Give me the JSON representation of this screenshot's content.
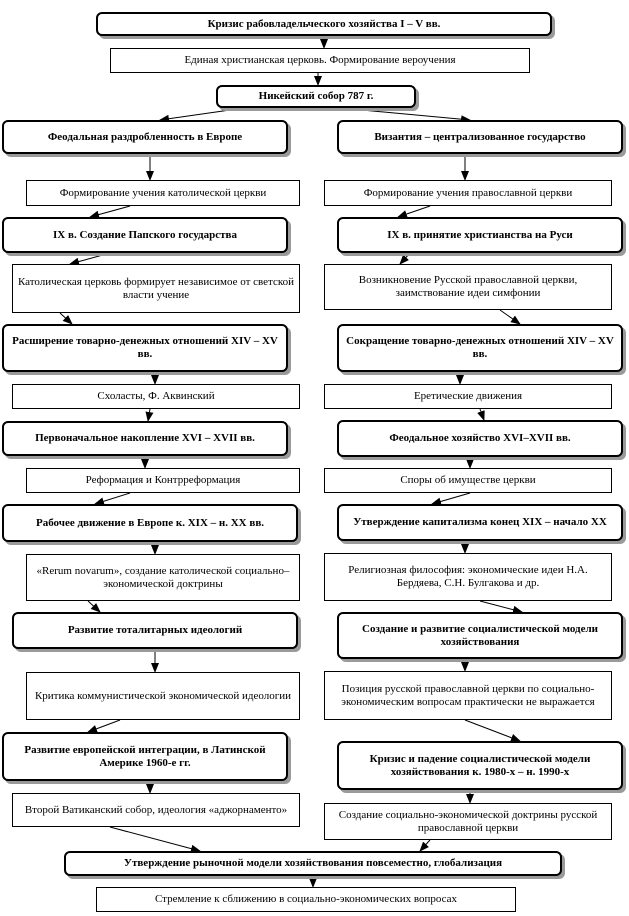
{
  "nodes": {
    "n1": "Кризис рабовладельческого хозяйства I – V вв.",
    "n2": "Единая христианская церковь. Формирование вероучения",
    "n3": "Никейский собор 787 г.",
    "left": [
      "Феодальная раздробленность в Европе",
      "Формирование учения католической церкви",
      "IX в. Создание Папского государства",
      "Католическая церковь формирует независимое от светской власти учение",
      "Расширение товарно-денежных отношений XIV – XV вв.",
      "Схоласты, Ф. Аквинский",
      "Первоначальное накопление XVI – XVII вв.",
      "Реформация и Контрреформация",
      "Рабочее движение в Европе к. XIX – н. XX вв.",
      "«Rerum novarum», создание католической социально–экономической доктрины",
      "Развитие тоталитарных идеологий",
      "Критика коммунистической экономической идеологии",
      "Развитие европейской интеграции, в Латинской Америке 1960-е гг.",
      "Второй Ватиканский собор, идеология «аджорнаменто»"
    ],
    "right": [
      "Византия – централизованное государство",
      "Формирование учения православной церкви",
      "IX в. принятие христианства на Руси",
      "Возникновение Русской православной церкви, заимствование идеи симфонии",
      "Сокращение товарно-денежных отношений XIV – XV вв.",
      "Еретические движения",
      "Феодальное хозяйство XVI–XVII вв.",
      "Споры об имуществе церкви",
      "Утверждение капитализма конец XIX – начало XX",
      "Религиозная философия: экономические идеи Н.А. Бердяева, С.Н. Булгакова и др.",
      "Создание и развитие социалистической модели хозяйствования",
      "Позиция русской православной церкви по социально-экономическим вопросам практически не выражается",
      "Кризис и падение социалистической модели хозяйствования к. 1980-х – н. 1990-х",
      "Создание социально-экономической доктрины русской православной церкви"
    ],
    "n_bottom1": "Утверждение рыночной модели хозяйствования повсеместно, глобализация",
    "n_bottom2": "Стремление к сближению в социально-экономических вопросах"
  }
}
